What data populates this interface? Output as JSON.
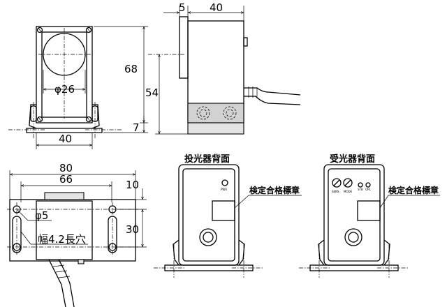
{
  "front_view": {
    "diameter_label": "φ26",
    "height_label": "68",
    "width_label": "40"
  },
  "side_view": {
    "flange_label": "5",
    "depth_label": "40",
    "height_label": "54",
    "foot_label": "7"
  },
  "bottom_view": {
    "overall_label": "80",
    "inner_label": "66",
    "offset_label": "10",
    "height_label": "30",
    "hole_label": "φ5",
    "slot_label": "幅4.2長穴"
  },
  "emitter_back": {
    "title": "投光器背面",
    "label_text": "検定合格標章",
    "indicator": "PWR"
  },
  "receiver_back": {
    "title": "受光器背面",
    "label_text": "検定合格標章",
    "knob1": "SENS",
    "knob2": "MODE",
    "ind1": "STB",
    "ind2": "OPL"
  }
}
